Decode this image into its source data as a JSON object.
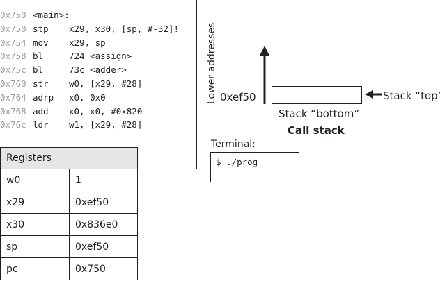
{
  "code": [
    {
      "addr": "0x750",
      "a": "<main>:"
    },
    {
      "addr": "0x750",
      "op": "stp",
      "a": "x29, x30, [sp, #-32]!"
    },
    {
      "addr": "0x754",
      "op": "mov",
      "a": "x29, sp"
    },
    {
      "addr": "0x758",
      "op": "bl",
      "a": "724 <assign>"
    },
    {
      "addr": "0x75c",
      "op": "bl",
      "a": "73c <adder>"
    },
    {
      "addr": "0x760",
      "op": "str",
      "a": "w0, [x29, #28]"
    },
    {
      "addr": "0x764",
      "op": "adrp",
      "a": "x0, 0x0"
    },
    {
      "addr": "0x768",
      "op": "add",
      "a": "x0, x0, #0x820"
    },
    {
      "addr": "0x76c",
      "op": "ldr",
      "a": "w1, [x29, #28]"
    }
  ],
  "registers": {
    "header": "Registers",
    "rows": [
      {
        "name": "w0",
        "value": "1"
      },
      {
        "name": "x29",
        "value": "0xef50"
      },
      {
        "name": "x30",
        "value": "0x836e0"
      },
      {
        "name": "sp",
        "value": "0xef50"
      },
      {
        "name": "pc",
        "value": "0x750"
      }
    ]
  },
  "stack": {
    "direction_label": "Lower addresses",
    "address_label": "0xef50",
    "top_label": "Stack “top”",
    "bottom_label": "Stack “bottom”",
    "title": "Call stack"
  },
  "terminal": {
    "label": "Terminal:",
    "content": "$ ./prog"
  },
  "colors": {
    "ink": "#231f20",
    "address_gray": "#9a9a9a",
    "header_fill": "#e6e6e6"
  }
}
